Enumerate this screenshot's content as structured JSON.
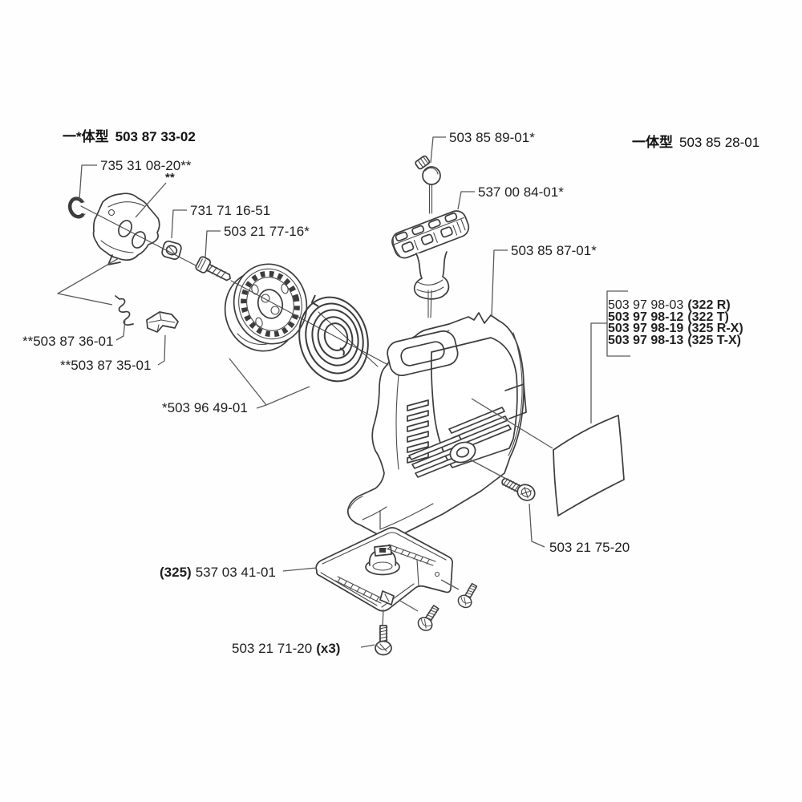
{
  "page": {
    "type": "exploded-parts-diagram",
    "subject": "starter assembly",
    "colors": {
      "background": "#ffffff",
      "line": "#3c3c3c",
      "text": "#1f1f1f"
    }
  },
  "titles": {
    "left": {
      "prefix": "一*体型",
      "number": "503 87 33-02"
    },
    "right": {
      "prefix": "一体型",
      "number": "503 85 28-01"
    }
  },
  "labels": {
    "clip": "735 31 08-20**",
    "footnote_marks": "**",
    "nut": "731 71 16-51",
    "bolt": "503 21 77-16*",
    "rope_knob": "503 85 89-01*",
    "handle": "537 00 84-01*",
    "housing": "503 85 87-01*",
    "pawl_spring": "**503 87 36-01",
    "pawl": "**503 87 35-01",
    "pulley_and_spring": "*503 96 49-01",
    "housing_screw": "503 21 75-20",
    "plate_prefix": "(325)",
    "plate_number": "537 03 41-01",
    "plate_screws_number": "503 21 71-20",
    "plate_screws_qty": "(x3)"
  },
  "decal_variants": [
    {
      "number": "503 97 98-03",
      "model": "(322 R)"
    },
    {
      "number": "503 97 98-12",
      "model": "(322 T)"
    },
    {
      "number": "503 97 98-19",
      "model": "(325 R-X)"
    },
    {
      "number": "503 97 98-13",
      "model": "(325 T-X)"
    }
  ]
}
